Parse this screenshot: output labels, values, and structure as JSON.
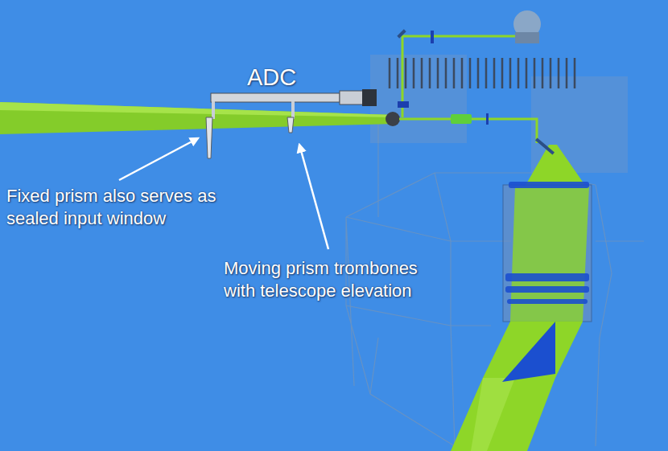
{
  "diagram": {
    "labels": [
      "ADC",
      "Fixed prism also serves as sealed input window",
      "Moving prism trombones with telescope elevation"
    ]
  }
}
